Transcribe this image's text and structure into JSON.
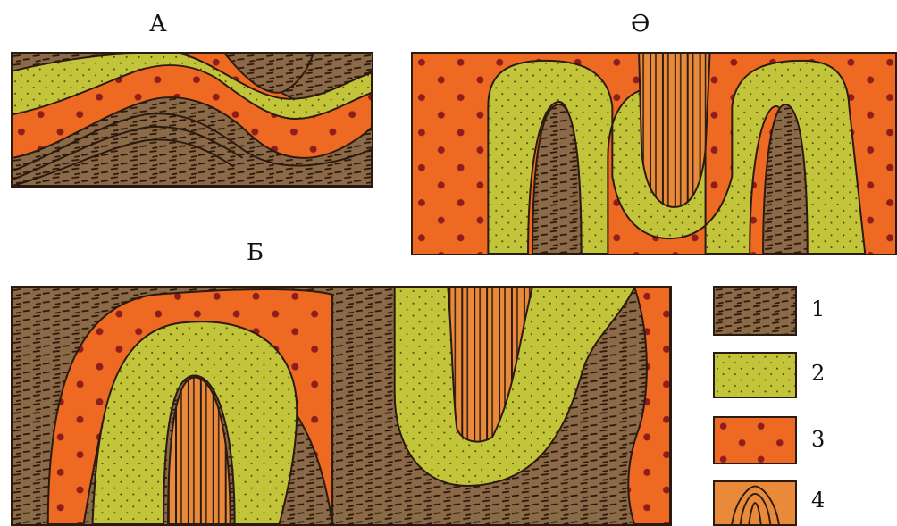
{
  "panels": {
    "a": {
      "label": "А"
    },
    "b": {
      "label": "Ә"
    },
    "c": {
      "label": "Б"
    }
  },
  "legend": [
    {
      "number": "1"
    },
    {
      "number": "2"
    },
    {
      "number": "3"
    },
    {
      "number": "4"
    }
  ],
  "colors": {
    "layer1_shale": "#8a6a48",
    "layer2_sand": "#c2c43a",
    "layer3_orange": "#ee6a22",
    "layer4_core": "#e98a3a",
    "dots": "#8e1d1d",
    "lines": "#2a1a10"
  }
}
